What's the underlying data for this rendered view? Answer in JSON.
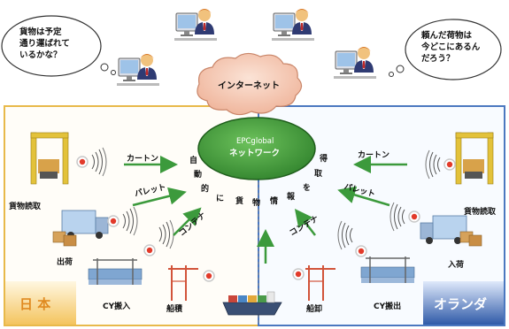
{
  "bubbles": {
    "left": {
      "lines": [
        "貨物は予定",
        "通り運ばれて",
        "いるかな？"
      ]
    },
    "right": {
      "lines": [
        "頼んだ荷物は",
        "今どこにあるん",
        "だろう？"
      ]
    }
  },
  "cloud": {
    "label": "インターネット"
  },
  "network": {
    "line1": "EPCglobal",
    "line2": "ネットワーク"
  },
  "arc": {
    "left": [
      "自",
      "動",
      "的",
      "に"
    ],
    "bottom": [
      "貨",
      "物",
      "情",
      "報"
    ],
    "right": [
      "を",
      "取",
      "得"
    ]
  },
  "regions": {
    "japan": "日 本",
    "netherlands": "オランダ"
  },
  "japan": {
    "item1": "貨物読取",
    "item2": "出荷",
    "item3": "CY搬入",
    "item4": "船積"
  },
  "netherlands": {
    "item1": "貨物読取",
    "item2": "入荷",
    "item3": "CY搬出",
    "item4": "船卸"
  },
  "flows": {
    "carton": "カートン",
    "pallet": "パレット",
    "container": "コンテナ"
  },
  "colors": {
    "japan_border": "#e8b94a",
    "japan_label": "#e08a20",
    "japan_bg": "#f7d58a",
    "netherlands_border": "#4b78c0",
    "netherlands_bg": "#3a62b0",
    "network_fill": "#3f9a3a",
    "arrow": "#3c9a3c",
    "rfid_dot": "#e23a2a",
    "cloud_fill": "#f3c7b3"
  }
}
